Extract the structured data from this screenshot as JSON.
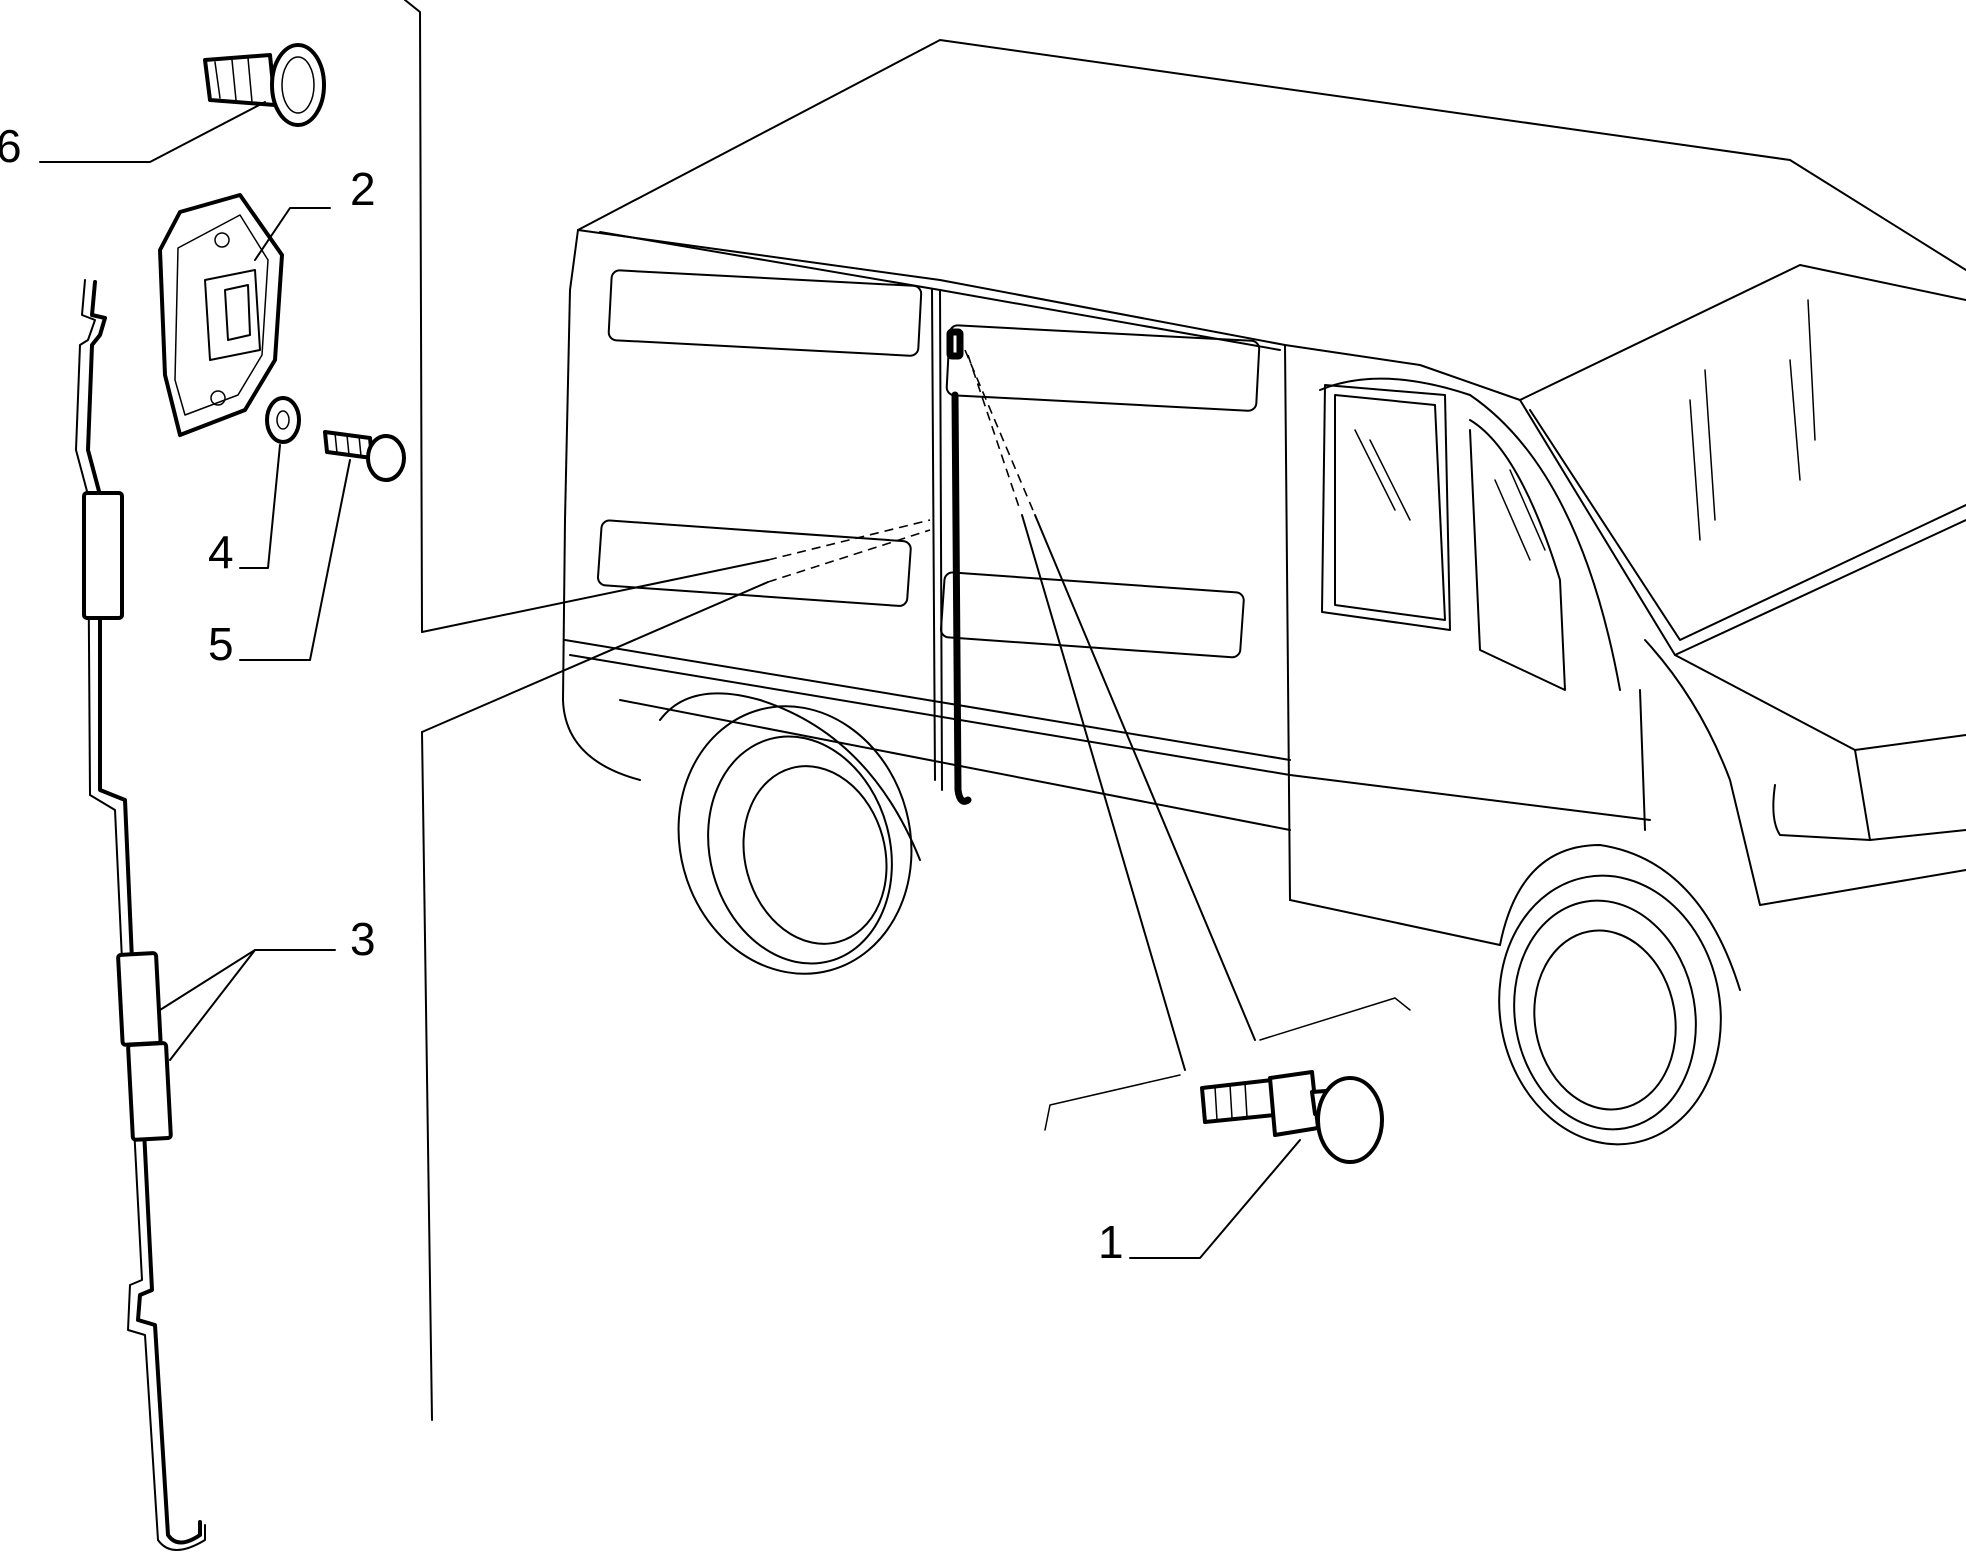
{
  "callouts": [
    {
      "id": "1",
      "label": "1"
    },
    {
      "id": "2",
      "label": "2"
    },
    {
      "id": "3",
      "label": "3"
    },
    {
      "id": "4",
      "label": "4"
    },
    {
      "id": "5",
      "label": "5"
    },
    {
      "id": "6",
      "label": "6"
    }
  ],
  "icons": {
    "van": "van-illustration",
    "rod": "door-lock-rod",
    "striker": "striker-plate",
    "pin": "striker-pin",
    "washer": "washer",
    "screw": "screw",
    "clip": "push-clip"
  }
}
